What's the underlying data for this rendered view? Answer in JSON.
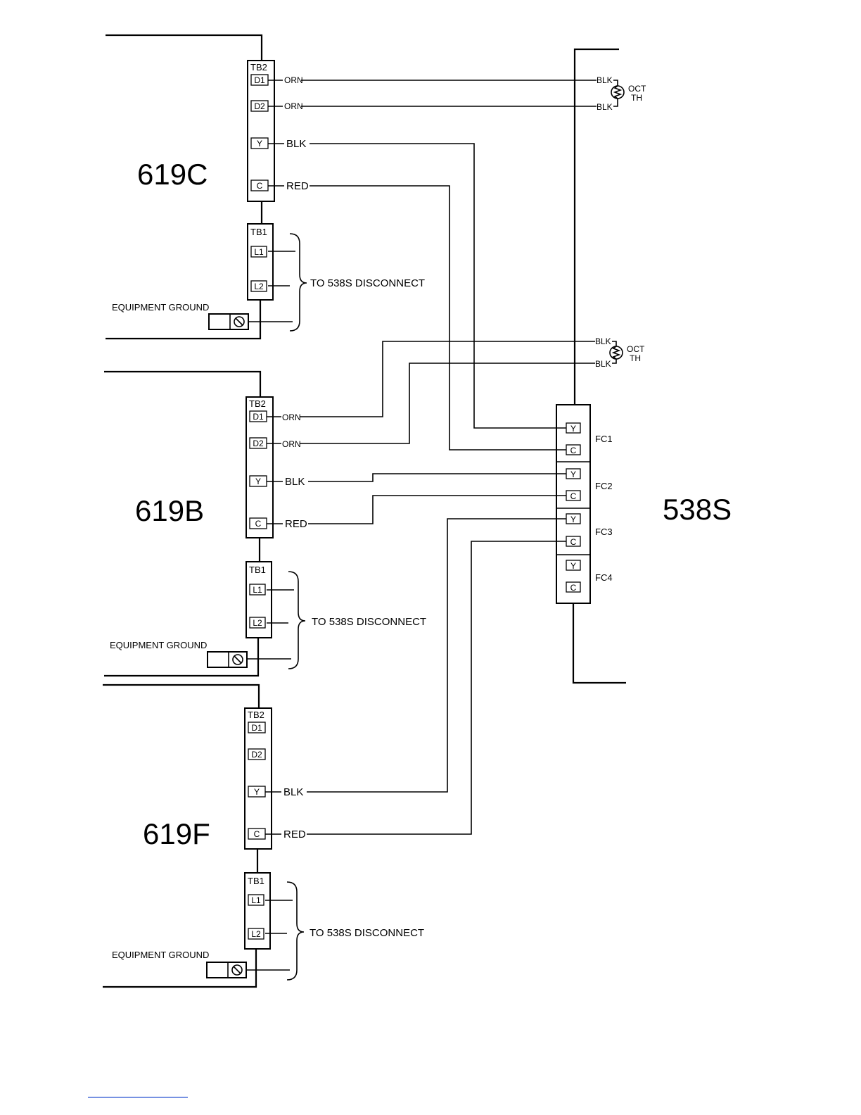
{
  "units": {
    "u619c": "619C",
    "u619b": "619B",
    "u619f": "619F",
    "u538s": "538S"
  },
  "tb2": "TB2",
  "tb1": "TB1",
  "terminals": {
    "d1": "D1",
    "d2": "D2",
    "y": "Y",
    "c": "C",
    "l1": "L1",
    "l2": "L2"
  },
  "wires": {
    "orn": "ORN",
    "blk": "BLK",
    "red": "RED"
  },
  "disconnect": "TO 538S DISCONNECT",
  "ground": "EQUIPMENT GROUND",
  "oct_top": "OCT",
  "oct_bottom": "TH",
  "fc": {
    "fc1": "FC1",
    "fc2": "FC2",
    "fc3": "FC3",
    "fc4": "FC4"
  }
}
